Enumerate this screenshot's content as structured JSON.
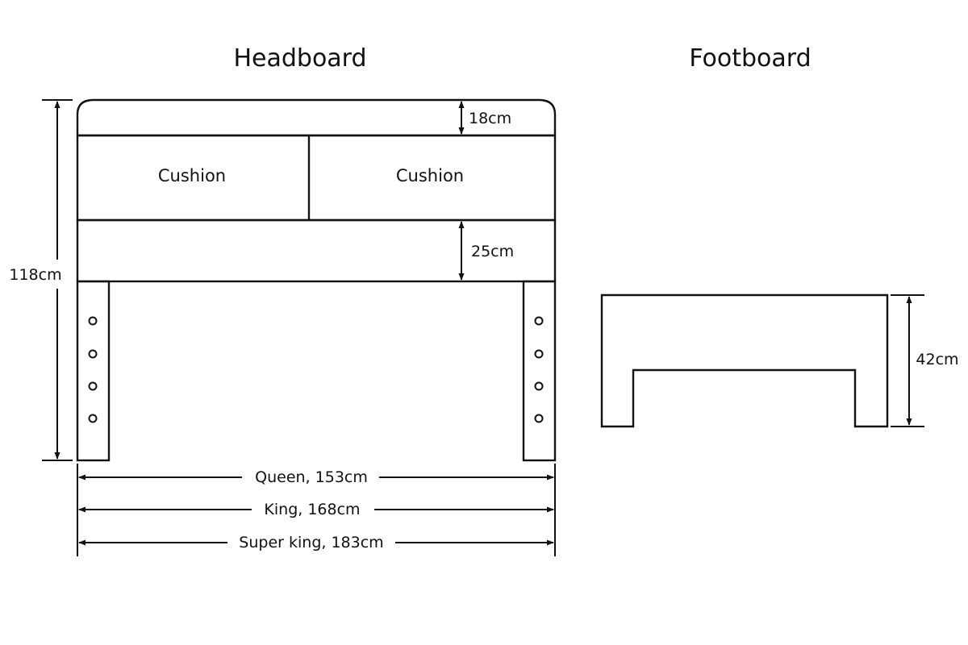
{
  "headboard": {
    "title": "Headboard",
    "cushion_left": "Cushion",
    "cushion_right": "Cushion",
    "top_band_height": "18cm",
    "lower_band_height": "25cm",
    "total_height": "118cm",
    "widths": {
      "queen": "Queen, 153cm",
      "king": "King, 168cm",
      "super_king": "Super king, 183cm"
    }
  },
  "footboard": {
    "title": "Footboard",
    "height": "42cm"
  }
}
